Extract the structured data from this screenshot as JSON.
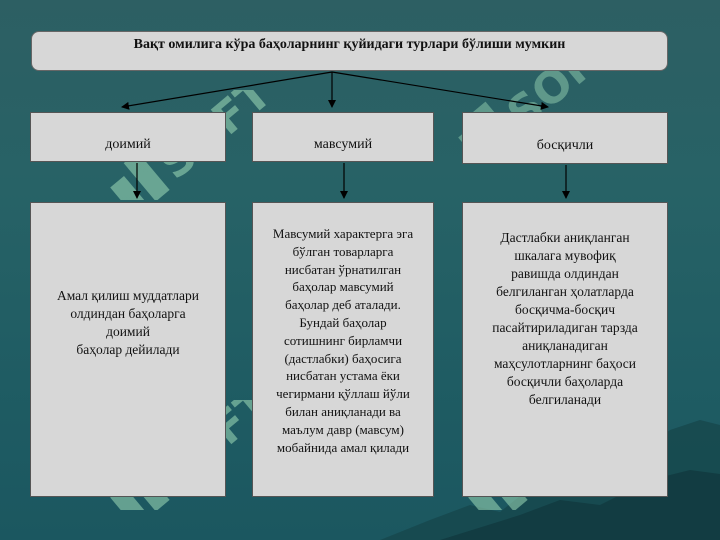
{
  "title": "Вақт омилига кўра баҳоларнинг қуйидаги турлари бўлиши мумкин",
  "categories": [
    {
      "label": "доимий"
    },
    {
      "label": "мавсумий"
    },
    {
      "label": "босқичли"
    }
  ],
  "descriptions": [
    {
      "lines": [
        "Амал қилиш муддатлари",
        "олдиндан баҳоларга",
        "доимий",
        "баҳолар дейилади"
      ]
    },
    {
      "lines": [
        "Мавсумий характерга эга",
        "бўлган товарларга",
        "нисбатан ўрнатилган",
        "баҳолар мавсумий",
        "баҳолар деб аталади.",
        "Бундай баҳолар",
        "сотишнинг бирламчи",
        "(дастлабки) баҳосига",
        "нисбатан устама ёки",
        "чегирмани қўллаш йўли",
        "билан аниқланади ва",
        "маълум давр (мавсум)",
        "мобайнида амал қилади"
      ]
    },
    {
      "lines": [
        "Дастлабки аниқланган",
        "шкалага мувофиқ",
        "равишда олдиндан",
        "белгиланган ҳолатларда",
        "босқичма-босқич",
        "пасайтириладиган тарзда",
        "аниқланадиган",
        "маҳсулотларнинг баҳоси",
        "босқичли баҳоларда",
        "белгиланади"
      ]
    }
  ],
  "watermark": "SOFT",
  "colors": {
    "background": "#276266",
    "box": "#d7d7d7",
    "watermark": "#9fdcb8"
  }
}
